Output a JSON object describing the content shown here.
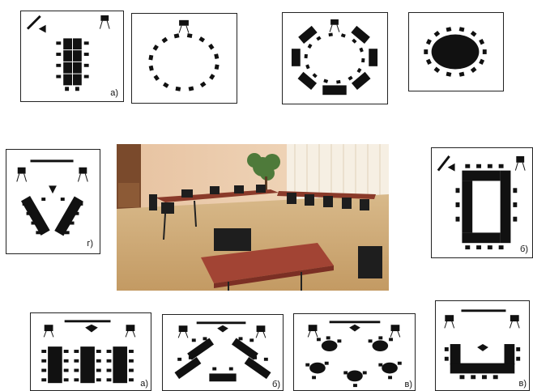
{
  "panels": {
    "top_a": {
      "label": "а)"
    },
    "left_g": {
      "label": "г)"
    },
    "right_b": {
      "label": "б)"
    },
    "bottom_a": {
      "label": "а)"
    },
    "bottom_b": {
      "label": "б)"
    },
    "bottom_v1": {
      "label": "в)"
    },
    "bottom_v2": {
      "label": "в)"
    }
  },
  "photo": {
    "subject": "conference-room-photo"
  },
  "colors": {
    "furniture": "#111111",
    "border": "#222222"
  }
}
